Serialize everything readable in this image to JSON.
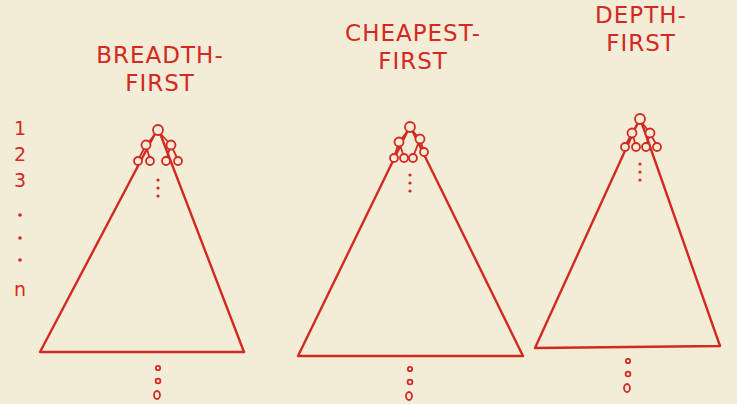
{
  "diagram": {
    "labels": [
      "BREADTH- FIRST",
      "CHEAPEST- FIRST",
      "DEPTH- FIRST",
      "1",
      "2",
      "3",
      "n"
    ]
  }
}
